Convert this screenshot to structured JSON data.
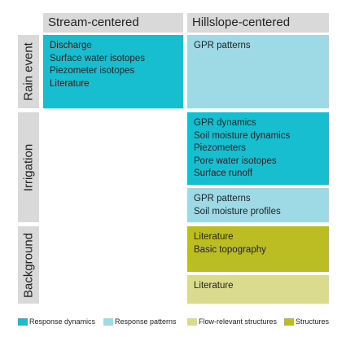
{
  "colors": {
    "response_dynamics": "#17becf",
    "response_patterns": "#9edae5",
    "flow_relevant_structures": "#dbdb8d",
    "structures": "#bcbd22",
    "header_bg": "#d9d9d9"
  },
  "columns": [
    "Stream-centered",
    "Hillslope-centered"
  ],
  "rows": [
    "Rain event",
    "Irrigation",
    "Background"
  ],
  "cells": {
    "rain_stream": [
      "Discharge",
      "Surface water isotopes",
      "Piezometer isotopes",
      "Literature"
    ],
    "rain_hill": [
      "GPR patterns"
    ],
    "irr_hill_dynamics": [
      "GPR dynamics",
      "Soil moisture dynamics",
      "Piezometers",
      "Pore water isotopes",
      "Surface runoff"
    ],
    "irr_hill_patterns": [
      "GPR patterns",
      "Soil moisture profiles"
    ],
    "bg_hill_structures": [
      "Literature",
      "Basic topography"
    ],
    "bg_hill_flow": [
      "Literature"
    ]
  },
  "legend": [
    {
      "label": "Response dynamics",
      "color": "#17becf"
    },
    {
      "label": "Response patterns",
      "color": "#9edae5"
    },
    {
      "label": "Flow-relevant structures",
      "color": "#dbdb8d"
    },
    {
      "label": "Structures",
      "color": "#bcbd22"
    }
  ]
}
